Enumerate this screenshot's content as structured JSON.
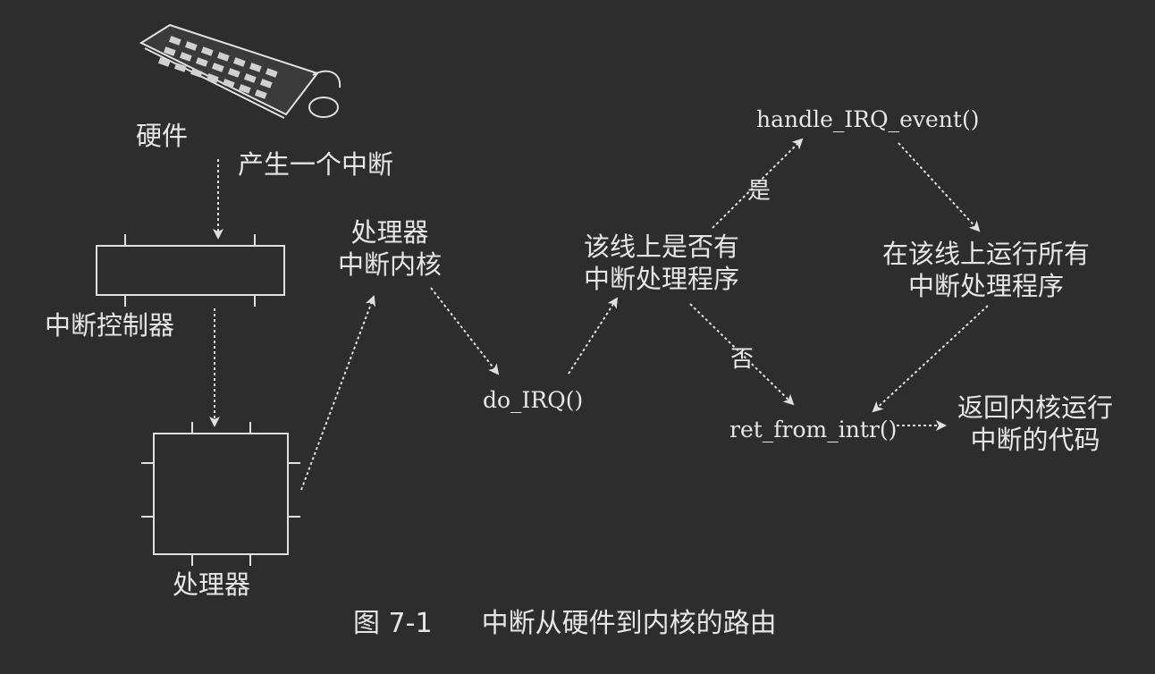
{
  "nodes": {
    "hardware": "硬件",
    "generate_interrupt": "产生一个中断",
    "interrupt_controller": "中断控制器",
    "processor": "处理器",
    "processor_kernel": [
      "处理器",
      "中断内核"
    ],
    "do_irq": "do_IRQ()",
    "has_handler": [
      "该线上是否有",
      "中断处理程序"
    ],
    "yes": "是",
    "no": "否",
    "handle_irq_event": "handle_IRQ_event()",
    "run_all_handlers": [
      "在该线上运行所有",
      "中断处理程序"
    ],
    "ret_from_intr": "ret_from_intr()",
    "return_kernel": [
      "返回内核运行",
      "中断的代码"
    ]
  },
  "caption": {
    "number": "图 7-1",
    "title": "中断从硬件到内核的路由"
  },
  "colors": {
    "background": "#2d2d2d",
    "line": "#e0e0e0",
    "text": "#e6e6e6"
  },
  "icons": {
    "hardware": "keyboard-mouse-icon"
  }
}
